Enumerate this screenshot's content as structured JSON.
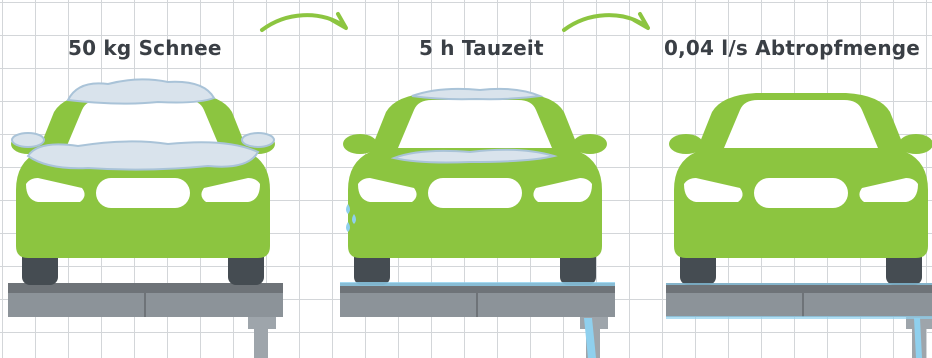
{
  "stages": [
    {
      "caption": "50 kg Schnee"
    },
    {
      "caption": "5 h Tauzeit"
    },
    {
      "caption": "0,04 l/s Abtropfmenge"
    }
  ],
  "colors": {
    "car_body": "#8cc540",
    "car_dark": "#7ab12f",
    "headlight": "#ffffff",
    "tire": "#454c52",
    "snow": "#d9e3ec",
    "snow_outline": "#a9c3d8",
    "water": "#8fd0ee",
    "platform_top": "#6e7378",
    "platform_front": "#8c9399",
    "drain": "#9ea5ab",
    "arrow": "#8cc540",
    "grid": "#d3d6d9",
    "text": "#3a3f45"
  },
  "icons": [
    "car-icon",
    "snow-icon",
    "water-drop-icon",
    "arrow-icon",
    "platform-icon",
    "drain-pipe-icon"
  ]
}
